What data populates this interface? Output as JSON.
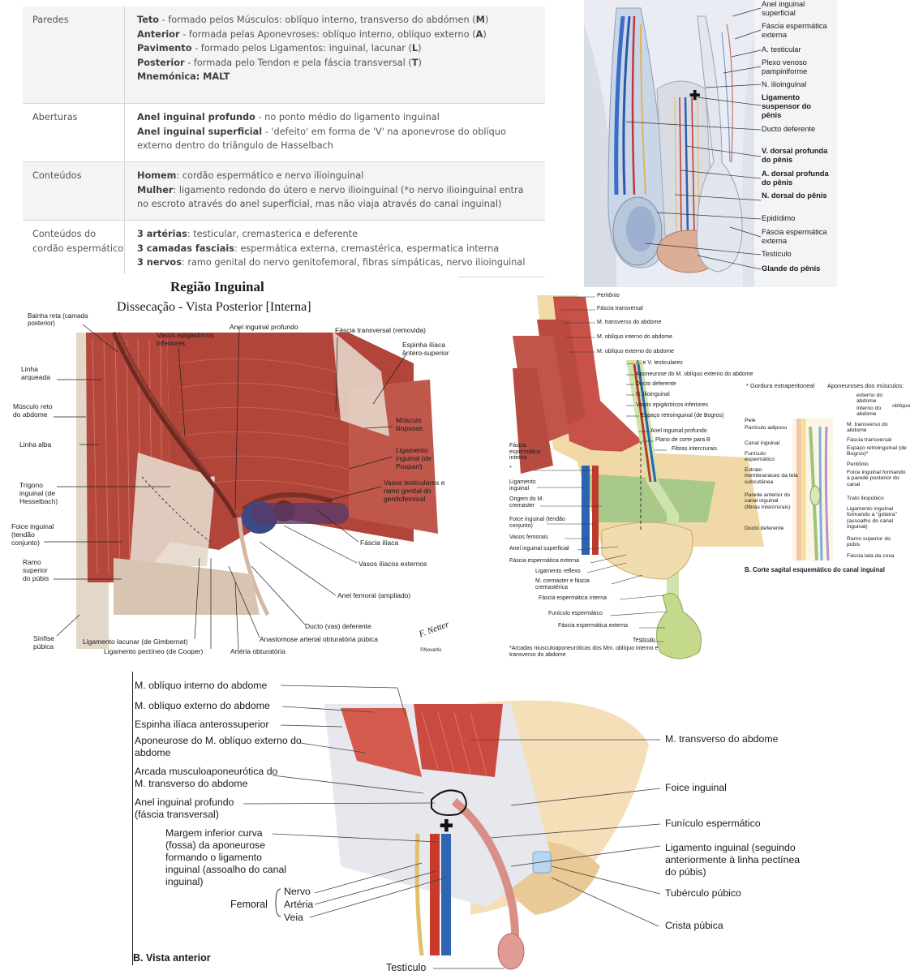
{
  "table": {
    "rows": [
      {
        "label": "Paredes",
        "lines": [
          [
            {
              "b": "Teto"
            },
            {
              "t": " - formado pelos Músculos: oblíquo interno, transverso do abdómen ("
            },
            {
              "b": "M"
            },
            {
              "t": ")"
            }
          ],
          [
            {
              "b": "Anterior"
            },
            {
              "t": " - formada pelas Aponevroses: oblíquo interno, oblíquo externo ("
            },
            {
              "b": "A"
            },
            {
              "t": ")"
            }
          ],
          [
            {
              "b": "Pavimento"
            },
            {
              "t": " - formado pelos Ligamentos: inguinal, lacunar ("
            },
            {
              "b": "L"
            },
            {
              "t": ")"
            }
          ],
          [
            {
              "b": "Posterior"
            },
            {
              "t": " - formada pelo Tendon e pela fáscia transversal ("
            },
            {
              "b": "T"
            },
            {
              "t": ")"
            }
          ],
          [
            {
              "b": "Mnemónica: MALT"
            }
          ]
        ]
      },
      {
        "label": "Aberturas",
        "lines": [
          [
            {
              "b": "Anel inguinal profundo"
            },
            {
              "t": " - no ponto médio do ligamento inguinal"
            }
          ],
          [
            {
              "b": "Anel inguinal superficial"
            },
            {
              "t": " - 'defeito' em forma de 'V' na aponevrose do oblíquo"
            }
          ],
          [
            {
              "t": "externo dentro do triângulo de Hasselbach"
            }
          ]
        ]
      },
      {
        "label": "Conteúdos",
        "lines": [
          [
            {
              "b": "Homem"
            },
            {
              "t": ": cordão espermático e nervo ilioinguinal"
            }
          ],
          [
            {
              "b": "Mulher"
            },
            {
              "t": ": ligamento redondo do útero e nervo ilioinguinal (*o nervo ilioinguinal entra"
            }
          ],
          [
            {
              "t": "no escroto através do anel superficial, mas não viaja através do canal inguinal)"
            }
          ]
        ]
      },
      {
        "label": "Conteúdos do cordão espermático",
        "lines": [
          [
            {
              "b": "3 artérias"
            },
            {
              "t": ": testicular, cremasterica e deferente"
            }
          ],
          [
            {
              "b": "3 camadas fasciais"
            },
            {
              "t": ": espermática externa, cremastérica, espermatica interna"
            }
          ],
          [
            {
              "b": "3 nervos"
            },
            {
              "t": ": ramo genital do nervo genitofemoral, fibras simpáticas, nervo ilioinguinal"
            }
          ]
        ]
      }
    ]
  },
  "fig1": {
    "labels": [
      "Anel inguinal superficial",
      "Fáscia espermática externa",
      "A. testicular",
      "Plexo venoso pampiniforme",
      "N. ilioinguinal",
      "Ligamento suspensor do pênis",
      "Ducto deferente",
      "V. dorsal profunda do pênis",
      "A. dorsal profunda do pênis",
      "N. dorsal do pênis",
      "Epidídimo",
      "Fáscia espermática externa",
      "Testículo",
      "Glande do pênis"
    ]
  },
  "fig2": {
    "title": "Região Inguinal",
    "subtitle": "Dissecação - Vista Posterior [Interna]",
    "labels": {
      "bainha": "Bainha reta (camada posterior)",
      "vasos_epi": "Vasos epigástricos inferiores",
      "anel_prof": "Anel inguinal profundo",
      "fascia_transv": "Fáscia transversal (removida)",
      "espinha": "Espinha ilíaca ântero-superior",
      "linha_arq": "Linha arqueada",
      "reto": "Músculo reto do abdome",
      "iliopsoas": "Músculo iliopsoas",
      "linha_alba": "Linha alba",
      "lig_inguinal": "Ligamento inguinal (de Poupart)",
      "trigono": "Trígono inguinal (de Hesselbach)",
      "vasos_test": "Vasos testiculares e ramo genital do genitofemoral",
      "foice": "Foice inguinal (tendão conjunto)",
      "fascia_iliaca": "Fáscia ilíaca",
      "ramo_sup": "Ramo superior do púbis",
      "vasos_iliacos": "Vasos ilíacos externos",
      "anel_femoral": "Anel femoral (ampliado)",
      "ducto": "Ducto (vas) deferente",
      "sinfise": "Sínfise púbica",
      "lig_lacunar": "Ligamento lacunar (de Gimbernat)",
      "lig_pectineo": "Ligamento pectíneo (de Cooper)",
      "anastomose": "Anastomose arterial obturatória púbica",
      "arteria_obt": "Artéria obturatória",
      "signature": "F. Netter",
      "copyright": "©Novartis"
    }
  },
  "fig3": {
    "left_labels": [
      "Peritônio",
      "Fáscia transversal",
      "M. transverso do abdome",
      "M. oblíquo interno do abdome",
      "M. oblíquo externo do abdome",
      "A. e V. testiculares",
      "Aponeurose do M. oblíquo externo do abdome",
      "Ducto deferente",
      "N. ilioinguinal",
      "Vasos epigástricos inferiores",
      "Espaço retroinguinal (de Bogros)",
      "Anel inguinal profundo",
      "Plano de corte para B",
      "Fibras intercrurais"
    ],
    "side_labels": [
      "Fáscia espermática interna",
      "*",
      "Ligamento inguinal",
      "Origem do M. cremaster",
      "Foice inguinal (tendão conjunto)",
      "Vasos femorais",
      "Anel inguinal superficial",
      "Fáscia espermática externa",
      "Ligamento reflexo",
      "M. cremaster e fáscia cremastérica",
      "Fáscia espermática interna",
      "Funículo espermático",
      "Fáscia espermática externa",
      "Testículo"
    ],
    "footnote": "*Arcadas musculoaponeuróticas dos Mm. oblíquo interno e transverso do abdome",
    "b_header_left": "* Gordura extraperitoneal",
    "b_header_right": "Aponeuroses dos músculos:",
    "b_left_labels": [
      "Pele",
      "Panículo adiposo",
      "Canal inguinal",
      "Funículo espermático",
      "Estrato membranáceo da tela subcutânea",
      "Parede anterior do canal inguinal (fibras intercrurais)",
      "Ducto deferente"
    ],
    "b_right_labels": [
      "externo do abdome",
      "interno do abdome",
      "oblíquo",
      "M. transverso do abdome",
      "Fáscia transversal",
      "Espaço retroinguinal (de Bogros)*",
      "Peritônio",
      "Foice inguinal formando a parede posterior do canal",
      "Trato iliopúbico",
      "Ligamento inguinal formando a \"goteira\" (assoalho do canal inguinal)",
      "Ramo superior do púbis",
      "Fáscia lata da coxa"
    ],
    "b_caption": "B. Corte sagital esquemático do canal inguinal"
  },
  "fig4": {
    "left_labels": [
      "M. oblíquo interno do abdome",
      "M. oblíquo externo do abdome",
      "Espinha ilíaca anterossuperior",
      "Aponeurose do M. oblíquo externo do abdome",
      "Arcada musculoaponeurótica do M. transverso do abdome",
      "Anel inguinal profundo (fáscia transversal)",
      "Margem inferior curva (fossa) da aponeurose formando o ligamento inguinal (assoalho do canal inguinal)"
    ],
    "femoral": {
      "title": "Femoral",
      "items": [
        "Nervo",
        "Artéria",
        "Veia"
      ]
    },
    "right_labels": [
      "M. transverso do abdome",
      "Foice inguinal",
      "Funículo espermático",
      "Ligamento inguinal (seguindo anteriormente à linha pectínea do púbis)",
      "Tubérculo púbico",
      "Crista púbica"
    ],
    "caption": "B. Vista anterior",
    "testiculo": "Testículo"
  }
}
